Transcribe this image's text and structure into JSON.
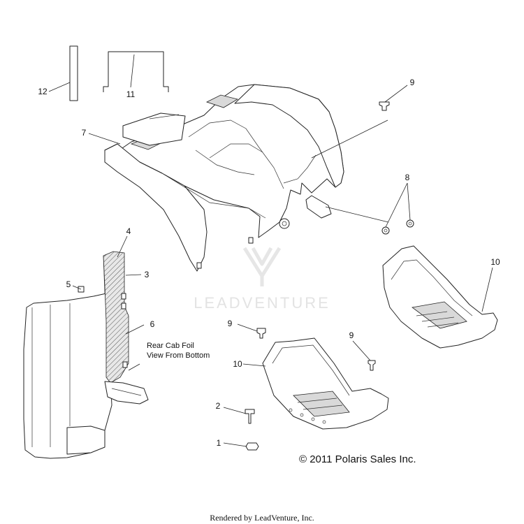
{
  "callouts": {
    "c1": "1",
    "c2": "2",
    "c3": "3",
    "c4": "4",
    "c5": "5",
    "c6": "6",
    "c7": "7",
    "c8": "8",
    "c9a": "9",
    "c9b": "9",
    "c9c": "9",
    "c10a": "10",
    "c10b": "10",
    "c11": "11",
    "c12": "12"
  },
  "note": {
    "line1": "Rear Cab Foil",
    "line2": "View From Bottom"
  },
  "watermark": "LEADVENTURE",
  "copyright": "© 2011 Polaris Sales Inc.",
  "footer": "Rendered by LeadVenture, Inc."
}
